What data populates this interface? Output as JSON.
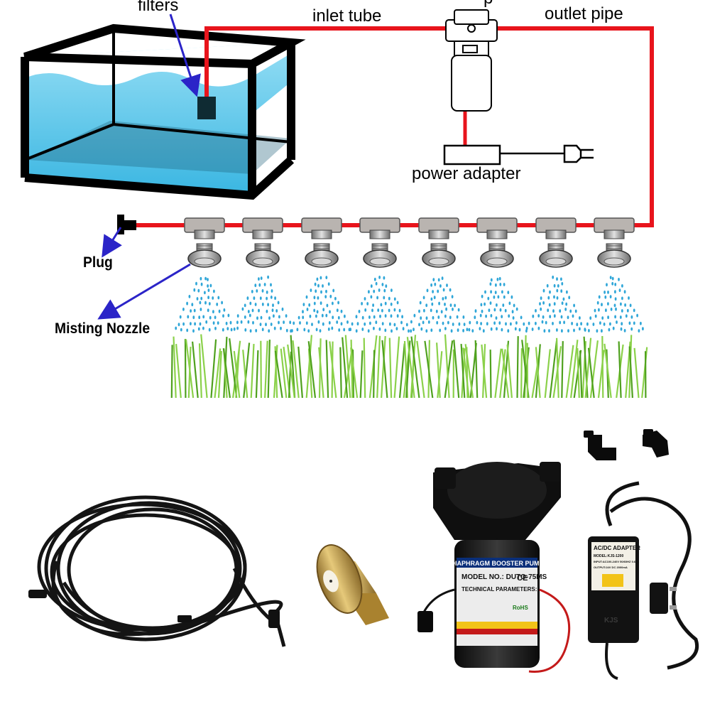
{
  "labels": {
    "filters": "filters",
    "inlet_tube": "inlet tube",
    "pump_partial": "p",
    "outlet_pipe": "outlet pipe",
    "power_adapter": "power adapter",
    "plug": "Plug",
    "misting_nozzle": "Misting Nozzle"
  },
  "nozzle_count": 8,
  "adapter_text": {
    "title": "AC/DC ADAPTER",
    "model": "MODEL:KJS-1200",
    "input": "INPUT:AC100-240V 50/60HZ 0.65A",
    "output": "OUTPUT:24V DC 2000mA",
    "brand": "KJS"
  },
  "pump_text": {
    "band": "DIAPHRAGM BOOSTER PUMP",
    "model": "MODEL NO.: DUTO-75MS",
    "params": "TECHNICAL PARAMETERS:",
    "ce": "CE",
    "rohs": "RoHS"
  },
  "colors": {
    "pipe": "#e8141c",
    "water": "#4cc3e8",
    "grass": "#6cbf2a",
    "arrow": "#2b24c8",
    "brass": "#c9a24a"
  }
}
